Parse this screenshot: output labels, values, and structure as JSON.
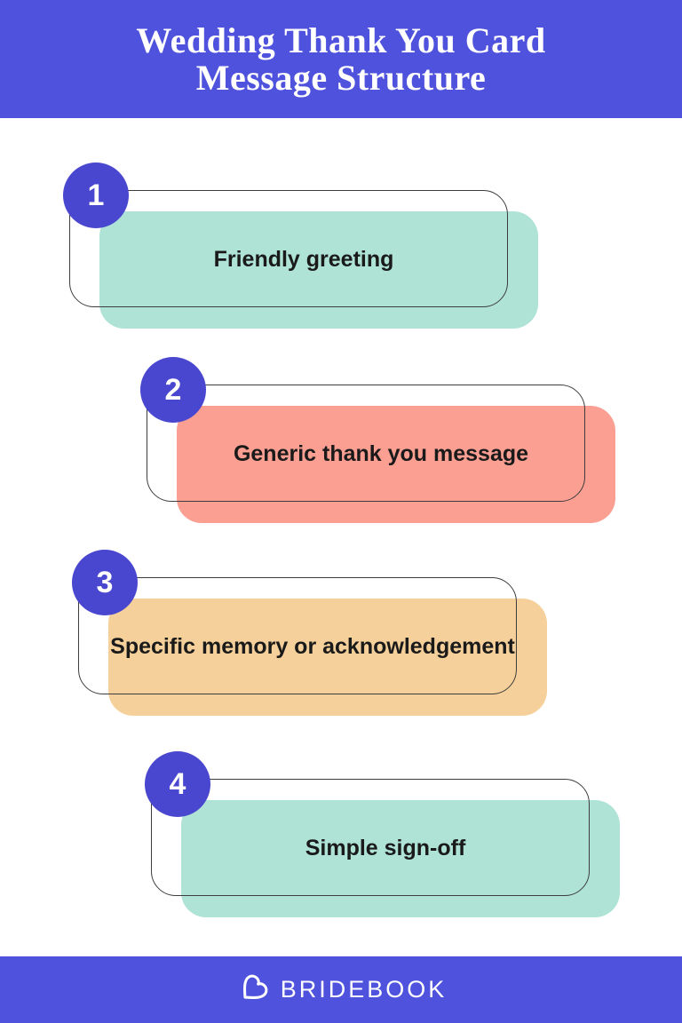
{
  "header": {
    "title_line1": "Wedding Thank You Card",
    "title_line2": "Message Structure"
  },
  "steps": [
    {
      "number": "1",
      "label": "Friendly greeting",
      "fill": "#aee3d6"
    },
    {
      "number": "2",
      "label": "Generic thank you message",
      "fill": "#fb9f93"
    },
    {
      "number": "3",
      "label": "Specific memory or acknowledgement",
      "fill": "#f5d09a"
    },
    {
      "number": "4",
      "label": "Simple sign-off",
      "fill": "#aee3d6"
    }
  ],
  "footer": {
    "brand": "BRIDEBOOK",
    "logo": "heart-logo"
  },
  "colors": {
    "band": "#4f52dc",
    "badge": "#4946cf",
    "outline": "#3d3d3d",
    "label_text": "#1a1a1a",
    "title_text": "#ffffff"
  }
}
